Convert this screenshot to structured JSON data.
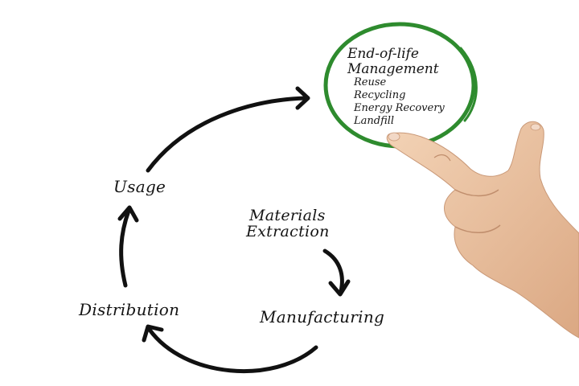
{
  "diagram": {
    "nodes": {
      "usage": "Usage",
      "distribution": "Distribution",
      "manufacturing": "Manufacturing",
      "materials_line1": "Materials",
      "materials_line2": "Extraction"
    },
    "end_of_life": {
      "title_line1": "End-of-life",
      "title_line2": "Management",
      "items": [
        "Reuse",
        "Recycling",
        "Energy Recovery",
        "Landfill"
      ]
    }
  },
  "colors": {
    "arrow": "#111111",
    "circle": "#2e8b2e",
    "skin": "#e9bf9c"
  },
  "icons": {
    "hand": "pointing-hand-icon"
  }
}
